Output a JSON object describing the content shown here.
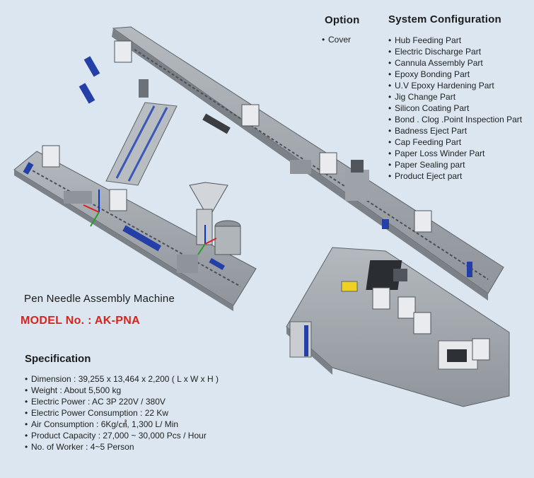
{
  "option": {
    "title": "Option",
    "items": [
      "Cover"
    ]
  },
  "system_configuration": {
    "title": "System Configuration",
    "items": [
      "Hub Feeding Part",
      "Electric Discharge  Part",
      "Cannula Assembly Part",
      "Epoxy Bonding Part",
      "U.V Epoxy Hardening Part",
      "Jig Change Part",
      "Silicon Coating  Part",
      "Bond . Clog .Point  Inspection Part",
      "Badness Eject  Part",
      "Cap Feeding Part",
      "Paper Loss Winder Part",
      "Paper Sealing part",
      "Product Eject part"
    ]
  },
  "machine": {
    "name": "Pen Needle  Assembly Machine",
    "model": "MODEL No. :  AK-PNA"
  },
  "specification": {
    "title": "Specification",
    "items": [
      "Dimension :  39,255 x 13,464 x 2,200 ( L x W x H )",
      "Weight : About  5,500 kg",
      "Electric Power  :  AC 3P 220V / 380V",
      "Electric Power Consumption : 22 Kw",
      "Air Consumption :  6Kg/㎠,  1,300 L/ Min",
      "Product  Capacity : 27,000 ~ 30,000 Pcs / Hour",
      "No. of Worker : 4~5 Person"
    ]
  },
  "colors": {
    "background": "#dbe6f0",
    "model_text": "#d8231c",
    "machine_frame": "#9ea4aa",
    "accent_blue": "#2440a8",
    "accent_yellow": "#f0d020"
  }
}
